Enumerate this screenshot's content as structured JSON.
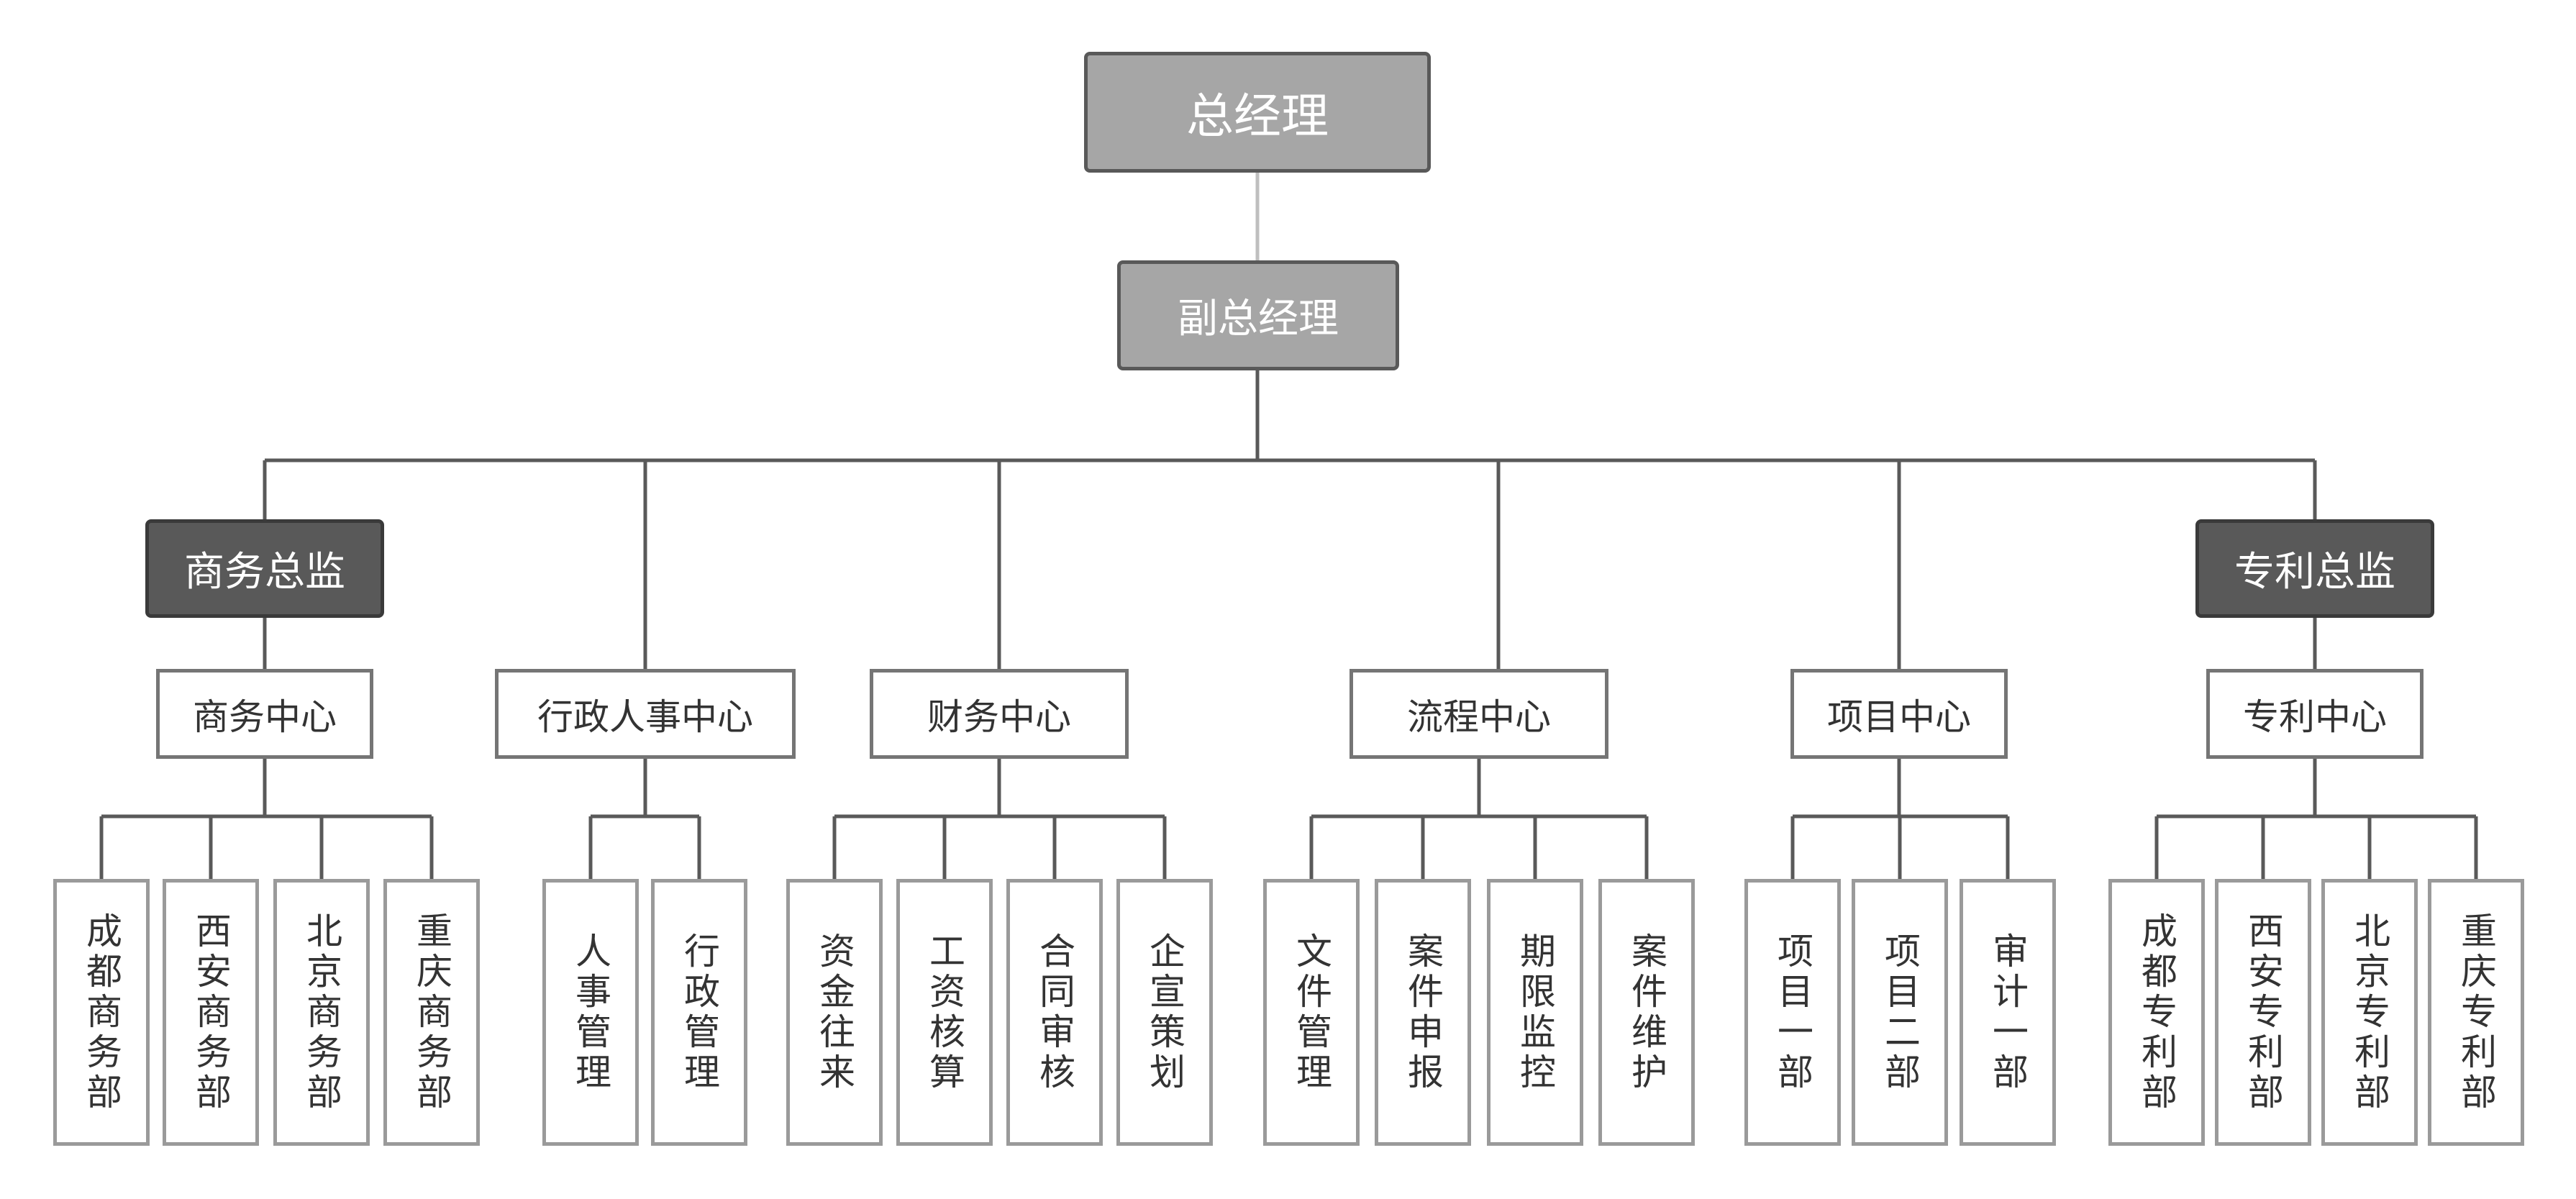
{
  "root": {
    "label": "总经理"
  },
  "deputy": {
    "label": "副总经理"
  },
  "directors": [
    {
      "label": "商务总监"
    },
    {
      "label": "专利总监"
    }
  ],
  "centers": [
    {
      "label": "商务中心",
      "departments": [
        "成都商务部",
        "西安商务部",
        "北京商务部",
        "重庆商务部"
      ]
    },
    {
      "label": "行政人事中心",
      "departments": [
        "人事管理",
        "行政管理"
      ]
    },
    {
      "label": "财务中心",
      "departments": [
        "资金往来",
        "工资核算",
        "合同审核",
        "企宣策划"
      ]
    },
    {
      "label": "流程中心",
      "departments": [
        "文件管理",
        "案件申报",
        "期限监控",
        "案件维护"
      ]
    },
    {
      "label": "项目中心",
      "departments": [
        "项目一部",
        "项目二部",
        "审计一部"
      ]
    },
    {
      "label": "专利中心",
      "departments": [
        "成都专利部",
        "西安专利部",
        "北京专利部",
        "重庆专利部"
      ]
    }
  ],
  "colors": {
    "top_fill": "#a6a6a6",
    "director_fill": "#595959",
    "connector": "#595959",
    "root_connector": "#bfbfbf"
  }
}
